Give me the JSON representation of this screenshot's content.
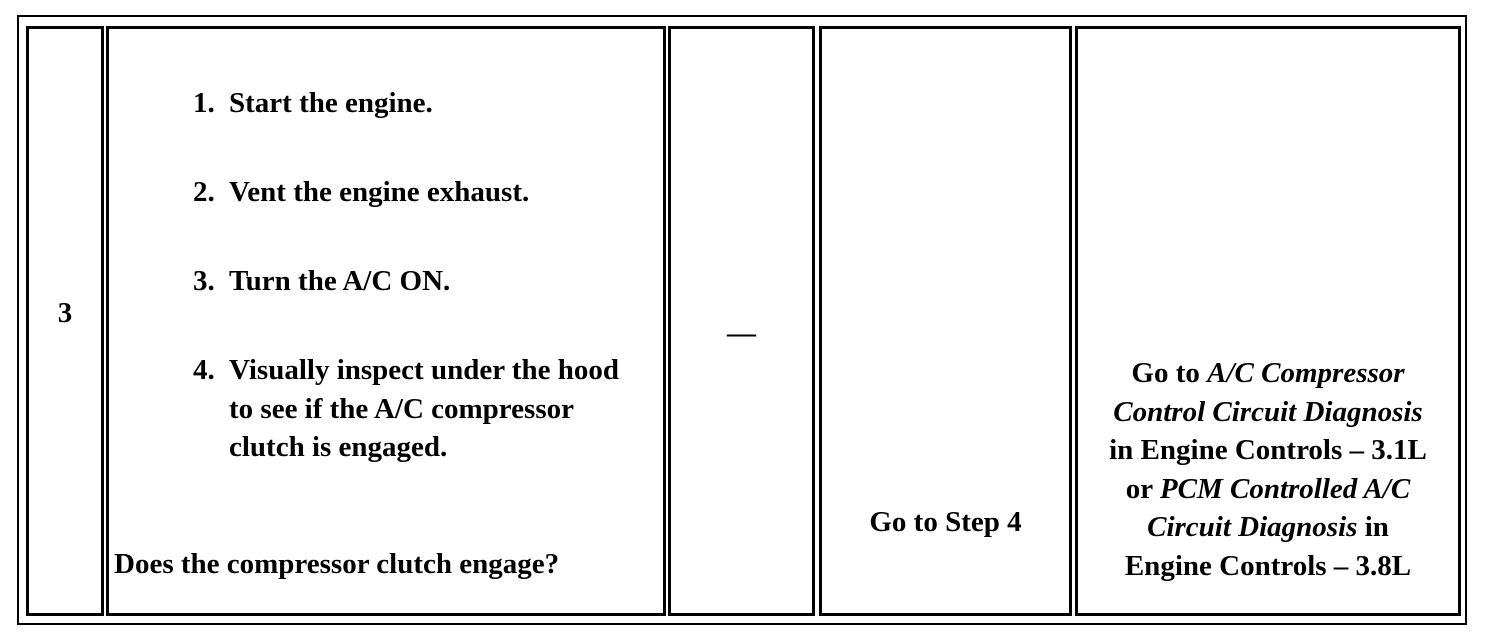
{
  "step": {
    "number": "3"
  },
  "action": {
    "items": [
      {
        "num": "1.",
        "text": "Start the engine."
      },
      {
        "num": "2.",
        "text": "Vent the engine exhaust."
      },
      {
        "num": "3.",
        "text": "Turn the A/C ON."
      },
      {
        "num": "4.",
        "text": "Visually inspect under the hood to see if the A/C compressor clutch is engaged."
      }
    ],
    "question": "Does the compressor clutch engage?"
  },
  "value": {
    "text": "—"
  },
  "yes": {
    "text": "Go to Step 4"
  },
  "no": {
    "l1_a": "Go to ",
    "l1_b": "A/C Compressor",
    "l2": "Control Circuit Diagnosis",
    "l3": "in Engine Controls – 3.1L",
    "l4_a": "or ",
    "l4_b": "PCM Controlled A/C",
    "l5_a": "Circuit Diagnosis",
    "l5_b": " in",
    "l6": "Engine Controls – 3.8L"
  }
}
